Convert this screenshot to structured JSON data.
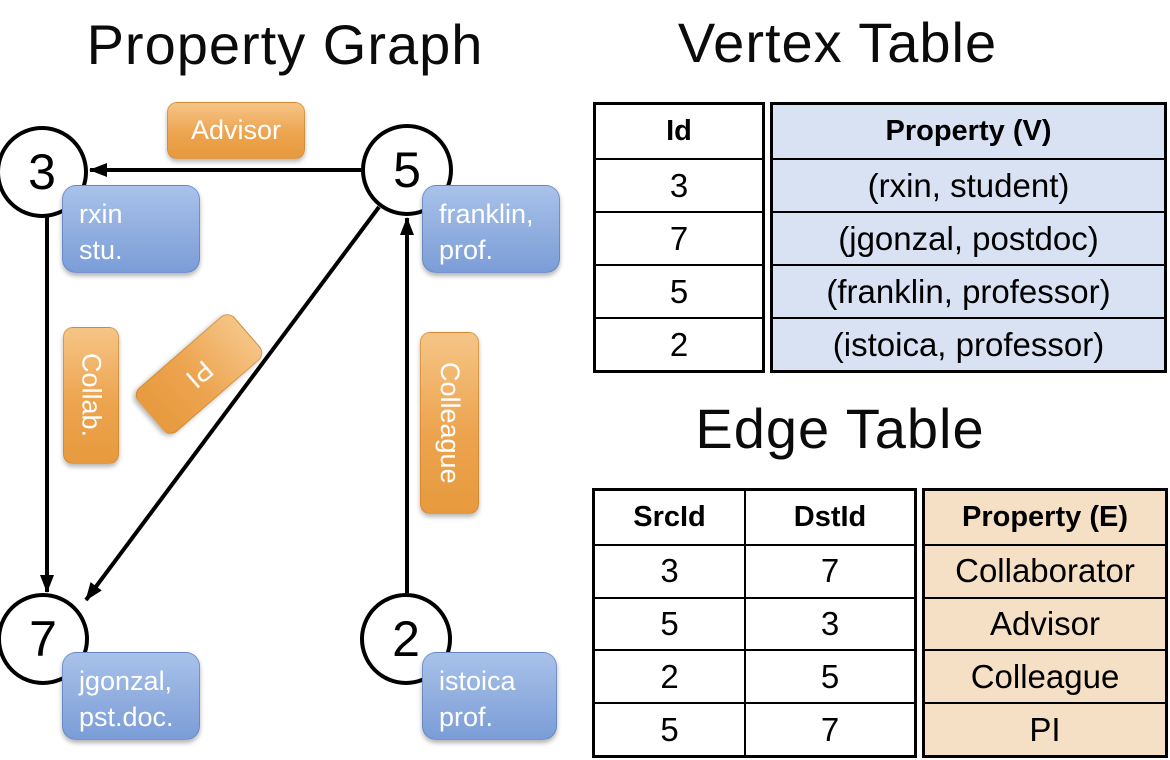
{
  "left_panel": {
    "title": "Property Graph",
    "nodes": [
      {
        "id": "3",
        "line1": "rxin",
        "line2": "stu."
      },
      {
        "id": "5",
        "line1": "franklin,",
        "line2": "prof."
      },
      {
        "id": "7",
        "line1": "jgonzal,",
        "line2": "pst.doc."
      },
      {
        "id": "2",
        "line1": "istoica",
        "line2": "prof."
      }
    ],
    "edge_labels": {
      "advisor": "Advisor",
      "collab": "Collab.",
      "pi": "PI",
      "colleague": "Colleague"
    }
  },
  "vertex_table": {
    "title": "Vertex Table",
    "headers": {
      "id": "Id",
      "property": "Property (V)"
    },
    "rows": [
      {
        "id": "3",
        "property": "(rxin, student)"
      },
      {
        "id": "7",
        "property": "(jgonzal, postdoc)"
      },
      {
        "id": "5",
        "property": "(franklin, professor)"
      },
      {
        "id": "2",
        "property": "(istoica, professor)"
      }
    ]
  },
  "edge_table": {
    "title": "Edge Table",
    "headers": {
      "src": "SrcId",
      "dst": "DstId",
      "property": "Property (E)"
    },
    "rows": [
      {
        "src": "3",
        "dst": "7",
        "property": "Collaborator"
      },
      {
        "src": "5",
        "dst": "3",
        "property": "Advisor"
      },
      {
        "src": "2",
        "dst": "5",
        "property": "Colleague"
      },
      {
        "src": "5",
        "dst": "7",
        "property": "PI"
      }
    ]
  },
  "colors": {
    "edge_label_orange": "#eda44f",
    "node_property_blue": "#8fadde",
    "vertex_property_fill": "#d8e2f3",
    "edge_property_fill": "#f5dfc5",
    "line_black": "#000000"
  }
}
